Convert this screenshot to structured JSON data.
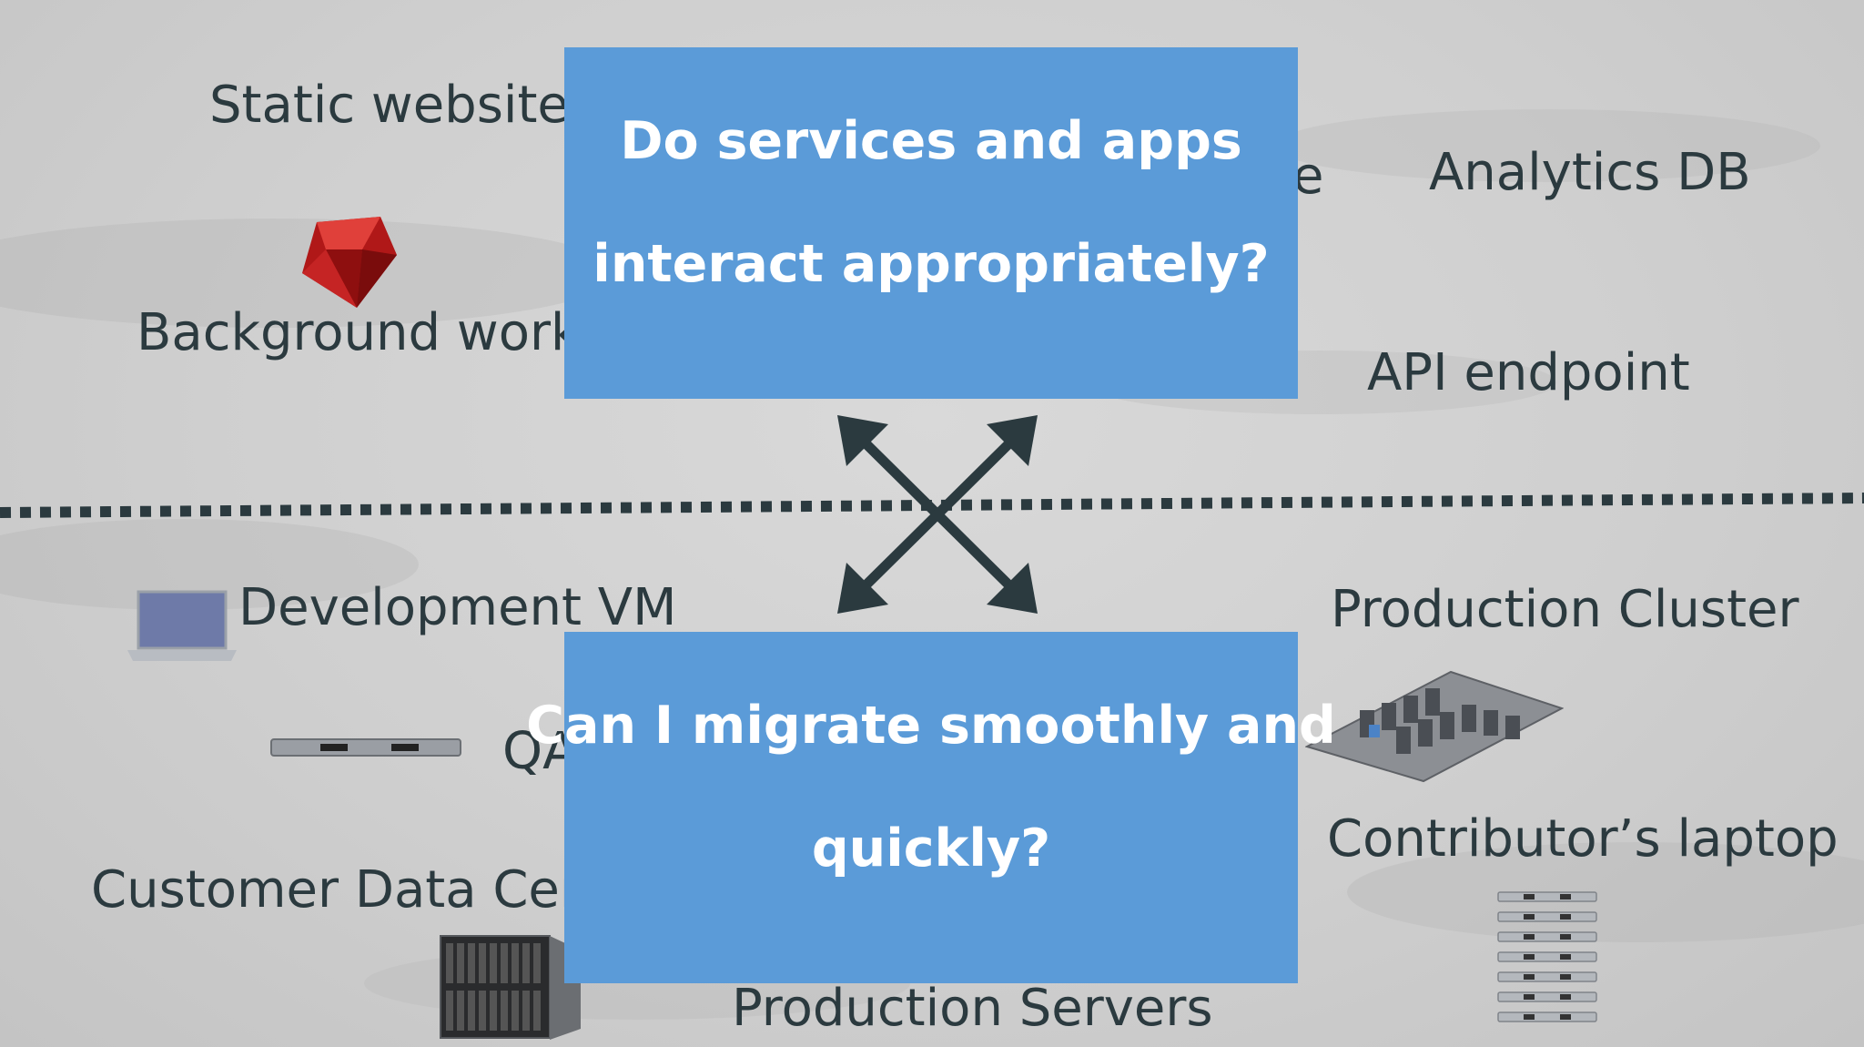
{
  "labels": {
    "static_website": "Static website",
    "background_worker": "Background work",
    "queue_fragment": "e",
    "analytics_db": "Analytics DB",
    "api_endpoint": "API endpoint",
    "development_vm": "Development VM",
    "qa_fragment": "QA",
    "production_cluster": "Production Cluster",
    "contributors_laptop": "Contributor’s laptop",
    "customer_data_center": "Customer Data Cen",
    "production_servers": "Production Servers"
  },
  "top_box": {
    "line1": "Do services and apps",
    "line2": "interact appropriately?"
  },
  "bottom_box": {
    "line1": "Can I migrate smoothly and",
    "line2": "quickly?"
  },
  "colors": {
    "box": "#5b9bd8",
    "text": "#2b3a3f",
    "arrow": "#2b3a3f"
  },
  "icons": [
    "ruby-gem-icon",
    "laptop-icon",
    "rack-server-icon",
    "data-center-icon",
    "blade-server-icon",
    "server-stack-icon",
    "cross-arrows-icon"
  ]
}
